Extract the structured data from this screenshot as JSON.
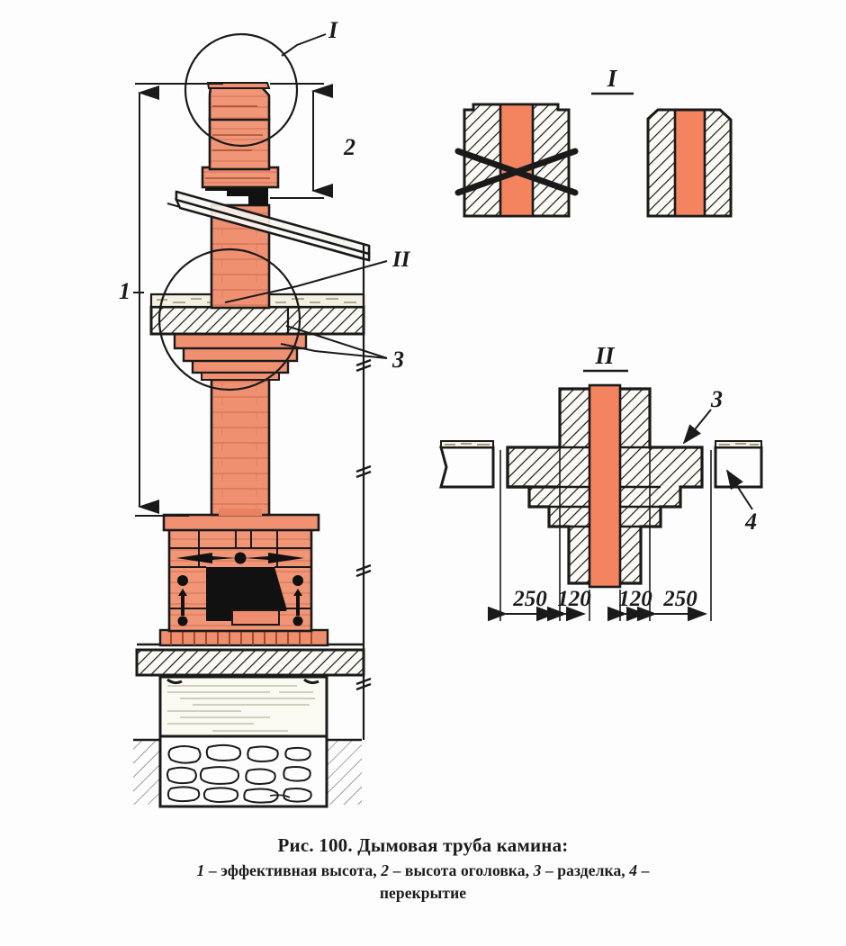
{
  "figure": {
    "caption_title": "Рис. 100. Дымовая труба камина:",
    "legend_line1_parts": {
      "n1": "1",
      "t1": " – эффективная высота, ",
      "n2": "2",
      "t2": " – высота оголовка, ",
      "n3": "3",
      "t3": " – разделка, ",
      "n4": "4",
      "t4": " –"
    },
    "legend_line2": "перекрытие"
  },
  "labels": {
    "detail_one_header": "I",
    "detail_two_header": "II",
    "callout_I": "I",
    "callout_II": "II",
    "callout_1": "1",
    "callout_2": "2",
    "callout_3_main": "3",
    "callout_3_detail": "3",
    "callout_4_detail": "4"
  },
  "dimensions": {
    "left_250": "250",
    "left_120": "120",
    "right_120": "120",
    "right_250": "250"
  },
  "colors": {
    "brick": "#ef9070",
    "brick_dark": "#e0785c",
    "flue": "#f4835f",
    "ink": "#1a1a1a",
    "paper": "#fdfdfd",
    "mortar": "#f3f0e2",
    "soot": "#111111"
  }
}
